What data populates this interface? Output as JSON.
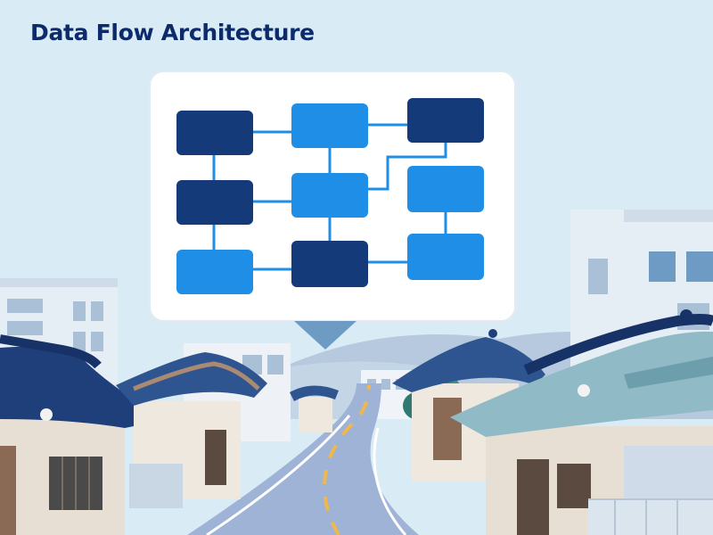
{
  "title": "Data Flow Architecture",
  "colors": {
    "sky": "#d9ecf5",
    "panel": "#ffffff",
    "dark_node": "#153a7a",
    "light_node": "#1f8ee6",
    "connector": "#1f8ee6",
    "title_text": "#0d2a6b",
    "road": "#9fb3d6",
    "road_line": "#f0b84a"
  },
  "diagram": {
    "nodes": [
      {
        "id": "n-r1c1",
        "tone": "dark"
      },
      {
        "id": "n-r1c2",
        "tone": "light"
      },
      {
        "id": "n-r1c3",
        "tone": "dark"
      },
      {
        "id": "n-r2c1",
        "tone": "dark"
      },
      {
        "id": "n-r2c2",
        "tone": "light"
      },
      {
        "id": "n-r2c3",
        "tone": "light"
      },
      {
        "id": "n-r3c1",
        "tone": "light"
      },
      {
        "id": "n-r3c2",
        "tone": "dark"
      },
      {
        "id": "n-r3c3",
        "tone": "light"
      }
    ],
    "edges": [
      {
        "from": "n-r1c1",
        "to": "n-r1c2"
      },
      {
        "from": "n-r1c2",
        "to": "n-r1c3"
      },
      {
        "from": "n-r1c1",
        "to": "n-r2c1"
      },
      {
        "from": "n-r2c1",
        "to": "n-r3c1"
      },
      {
        "from": "n-r1c2",
        "to": "n-r2c2"
      },
      {
        "from": "n-r2c2",
        "to": "n-r3c2"
      },
      {
        "from": "n-r2c1",
        "to": "n-r2c2"
      },
      {
        "from": "n-r2c2",
        "to": "n-r1c3"
      },
      {
        "from": "n-r2c3",
        "to": "n-r3c3"
      },
      {
        "from": "n-r3c1",
        "to": "n-r3c2"
      },
      {
        "from": "n-r3c2",
        "to": "n-r3c3"
      }
    ]
  },
  "scene": {
    "illustration": "street with traditional tiled-roof houses and modern buildings"
  }
}
